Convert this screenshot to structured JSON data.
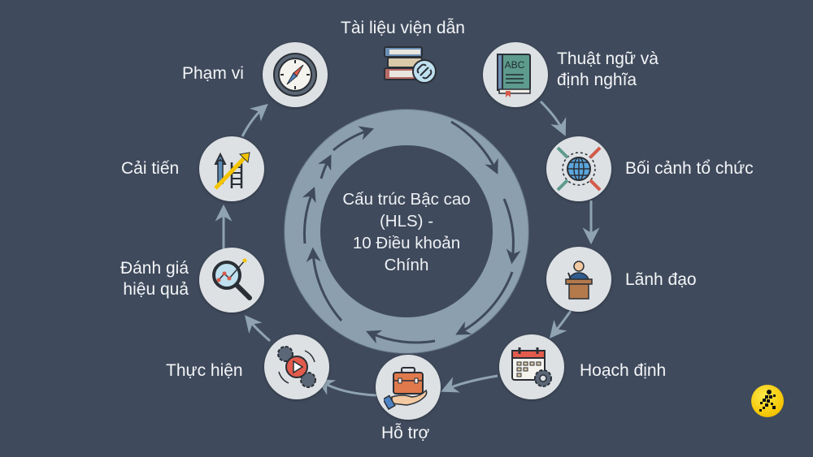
{
  "diagram": {
    "title": "Cấu trúc Bậc cao (HLS) - 10 Điều khoản Chính",
    "center_lines": [
      "Cấu trúc Bậc cao",
      "(HLS) -",
      "10 Điều khoản",
      "Chính"
    ],
    "colors": {
      "background": "#3f4a5c",
      "ring": "#8fa3b2",
      "node_fill": "#dde1e4",
      "arrow": "#8fa3b2",
      "text": "#f3f5f7",
      "badge": "#f5c400"
    },
    "nodes": [
      {
        "id": 1,
        "label": "Tài liệu viện dẫn",
        "icon": "books-link-icon"
      },
      {
        "id": 2,
        "label_lines": [
          "Thuật ngữ và",
          "định nghĩa"
        ],
        "icon": "abc-book-icon"
      },
      {
        "id": 3,
        "label": "Bối cảnh tổ chức",
        "icon": "globe-arrows-icon"
      },
      {
        "id": 4,
        "label": "Lãnh đạo",
        "icon": "podium-speaker-icon"
      },
      {
        "id": 5,
        "label": "Hoạch định",
        "icon": "calendar-gear-icon"
      },
      {
        "id": 6,
        "label": "Hỗ trợ",
        "icon": "toolbox-hand-icon"
      },
      {
        "id": 7,
        "label": "Thực hiện",
        "icon": "play-gears-icon"
      },
      {
        "id": 8,
        "label_lines": [
          "Đánh giá",
          "hiệu quả"
        ],
        "icon": "magnifier-chart-icon"
      },
      {
        "id": 9,
        "label": "Cải tiến",
        "icon": "ladder-arrow-up-icon"
      },
      {
        "id": 10,
        "label": "Phạm vi",
        "icon": "compass-icon"
      }
    ],
    "flow": "clockwise",
    "badge_icon": "runner-logo-icon"
  }
}
